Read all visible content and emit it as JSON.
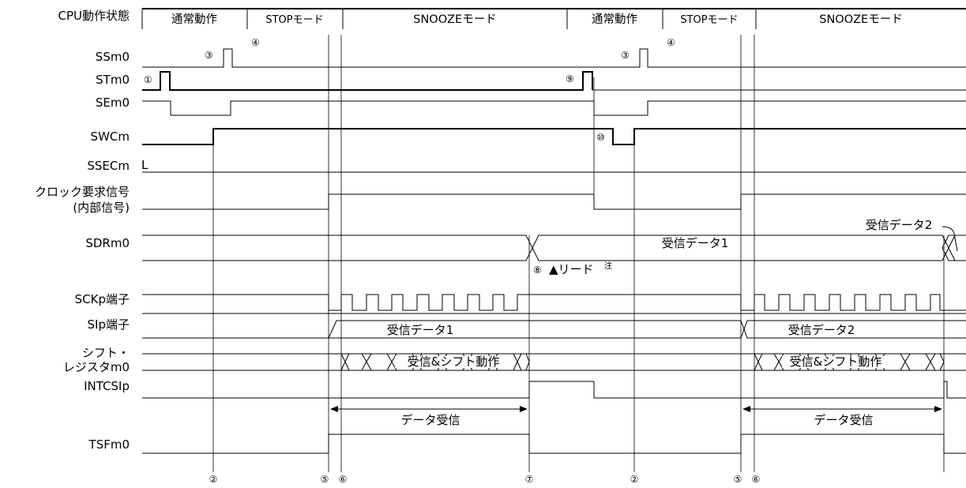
{
  "cpu_states": {
    "row_label": "CPU動作状態",
    "normal_1": "通常動作",
    "stop_1": "STOPモード",
    "snooze_1": "SNOOZEモード",
    "normal_2": "通常動作",
    "stop_2": "STOPモード",
    "snooze_2": "SNOOZEモード"
  },
  "signals": {
    "ssm0": "SSm0",
    "stm0": "STm0",
    "sem0": "SEm0",
    "swcm": "SWCm",
    "ssecm": "SSECm",
    "ssecm_level": "L",
    "clkreq_line1": "クロック要求信号",
    "clkreq_line2": "(内部信号)",
    "sdrm0": "SDRm0",
    "sckp": "SCKp端子",
    "sip": "SIp端子",
    "shift_line1": "シフト・",
    "shift_line2": "レジスタm0",
    "intcsip": "INTCSIp",
    "tsfm0": "TSFm0"
  },
  "labels": {
    "rx_data_1": "受信データ1",
    "rx_data_2": "受信データ2",
    "sip_rx_1": "受信データ1",
    "sip_rx_2": "受信データ2",
    "shift_op_1": "受信&シフト動作",
    "shift_op_2": "受信&シフト動作",
    "read_note": "▲リード",
    "note_mark": "注",
    "data_rx_1": "データ受信",
    "data_rx_2": "データ受信"
  },
  "markers": {
    "m1": "①",
    "m2a": "②",
    "m2b": "②",
    "m3a": "③",
    "m3b": "③",
    "m4a": "④",
    "m4b": "④",
    "m5a": "⑤",
    "m5b": "⑤",
    "m6a": "⑥",
    "m6b": "⑥",
    "m7": "⑦",
    "m8": "⑧",
    "m9": "⑨",
    "m10": "⑩"
  }
}
